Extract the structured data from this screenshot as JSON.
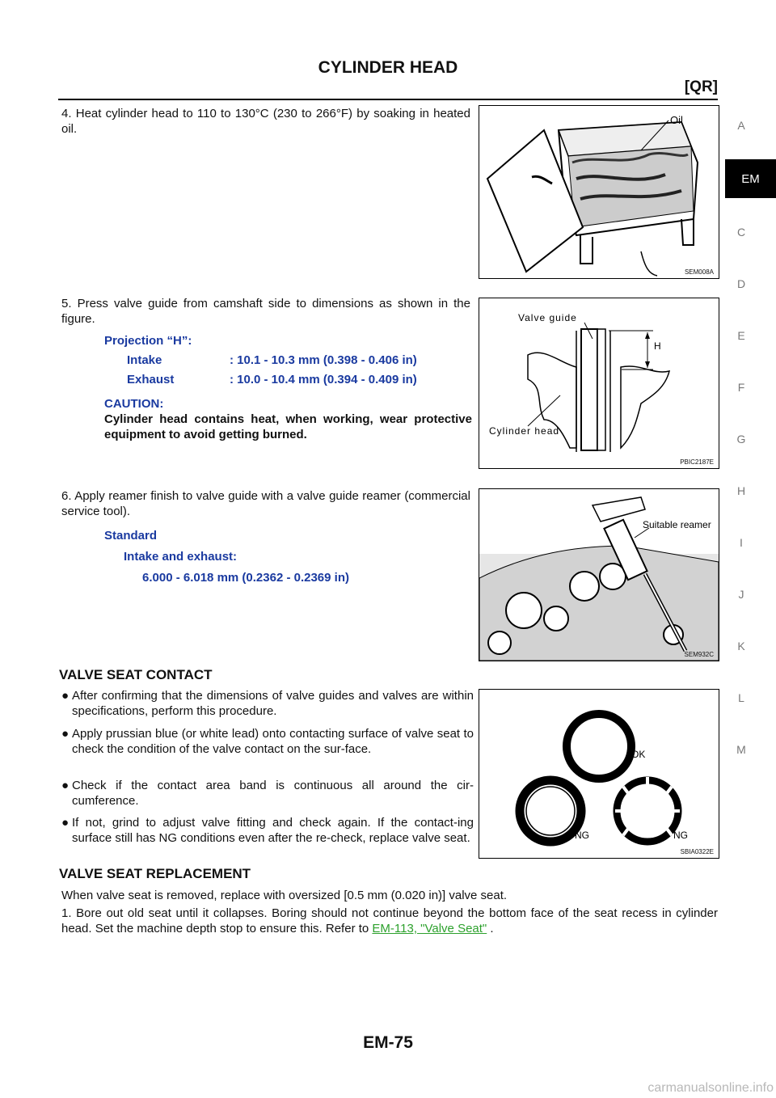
{
  "header": {
    "title": "CYLINDER HEAD",
    "section_code": "[QR]"
  },
  "sidebar": {
    "letters_top": [
      "A"
    ],
    "active_tab": "EM",
    "letters_bottom": [
      "C",
      "D",
      "E",
      "F",
      "G",
      "H",
      "I",
      "J",
      "K",
      "L",
      "M"
    ]
  },
  "steps": {
    "step4": {
      "text": "4. Heat cylinder head to 110 to 130°C (230 to 266°F) by soaking in heated oil.",
      "figure": {
        "label": "Oil",
        "code": "SEM008A"
      }
    },
    "step5": {
      "text": "5. Press valve guide from camshaft side to dimensions as shown in the figure.",
      "projection_label": "Projection “H”:",
      "intake_label": "Intake",
      "intake_value": ": 10.1 - 10.3 mm (0.398 - 0.406 in)",
      "exhaust_label": "Exhaust",
      "exhaust_value": ": 10.0 - 10.4 mm (0.394 - 0.409 in)",
      "caution_title": "CAUTION:",
      "caution_text": "Cylinder head contains heat, when working, wear protective equipment to avoid getting burned.",
      "figure": {
        "label_valve_guide": "Valve guide",
        "label_h": "H",
        "label_cylinder_head": "Cylinder head",
        "code": "PBIC2187E"
      }
    },
    "step6": {
      "text": "6. Apply reamer finish to valve guide with a valve guide reamer (commercial service tool).",
      "standard_label": "Standard",
      "intake_exhaust_label": "Intake and exhaust:",
      "value": "6.000 - 6.018 mm (0.2362 - 0.2369 in)",
      "figure": {
        "label": "Suitable reamer",
        "code": "SEM932C"
      }
    }
  },
  "valve_seat_contact": {
    "heading": "VALVE SEAT CONTACT",
    "bullets": [
      "After confirming that the dimensions of valve guides and valves are within specifications, perform this procedure.",
      "Apply prussian blue (or white lead) onto contacting surface of valve seat to check the condition of the valve contact on the sur-face.",
      "Check if the contact area band is continuous all around the cir-cumference.",
      "If not, grind to adjust valve fitting and check again. If the contact-ing surface still has NG conditions even after the re-check, replace valve seat."
    ],
    "bullet_symbol": "●",
    "figure": {
      "label_ok": "OK",
      "label_ng_left": "NG",
      "label_ng_right": "NG",
      "code": "SBIA0322E"
    }
  },
  "valve_seat_replacement": {
    "heading": "VALVE SEAT REPLACEMENT",
    "intro": "When valve seat is removed, replace with oversized [0.5 mm (0.020 in)] valve seat.",
    "step1_text": "1. Bore out old seat until it collapses. Boring should not continue beyond the bottom face of the seat recess in cylinder head. Set the machine depth stop to ensure this. Refer to",
    "step1_link": "EM-113, \"Valve Seat\"",
    "step1_end": "."
  },
  "footer": {
    "page_number": "EM-75",
    "watermark": "carmanualsonline.info"
  }
}
